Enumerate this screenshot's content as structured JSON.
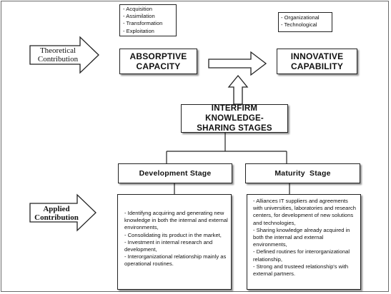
{
  "absorptive": {
    "dimensions": [
      "Acquisition",
      "Assimilation",
      "Transformation",
      "Exploitation"
    ],
    "title_line1": "ABSORPTIVE",
    "title_line2": "CAPACITY"
  },
  "innovative": {
    "dimensions": [
      "Organizational",
      "Technological"
    ],
    "title_line1": "INNOVATIVE",
    "title_line2": "CAPABILITY"
  },
  "theoretical": {
    "line1": "Theoretical",
    "line2": "Contribution"
  },
  "applied": {
    "line1": "Applied",
    "line2": "Contribution"
  },
  "interfirm": {
    "line1": "INTERFIRM KNOWLEDGE-",
    "line2": "SHARING STAGES"
  },
  "development": {
    "title": "Development Stage",
    "items": [
      "Identifyng acquiring and generating new knowledge in both the internal and external environments,",
      "Consolidating its product in the market,",
      "Investment in internal research and development,",
      "Interorganizational relationship mainly as operational routines."
    ]
  },
  "maturity": {
    "title": "Maturity  Stage",
    "items": [
      "Alliances  IT suppliers and agreements with universities, laboratories and research centers, for development of new solutions and technologies,",
      "Sharing knowledge already acquired in both the internal and external environments,",
      "Defined routines for interorganizational relationship,",
      "Strong and trusteed relationship's with external partners."
    ]
  }
}
